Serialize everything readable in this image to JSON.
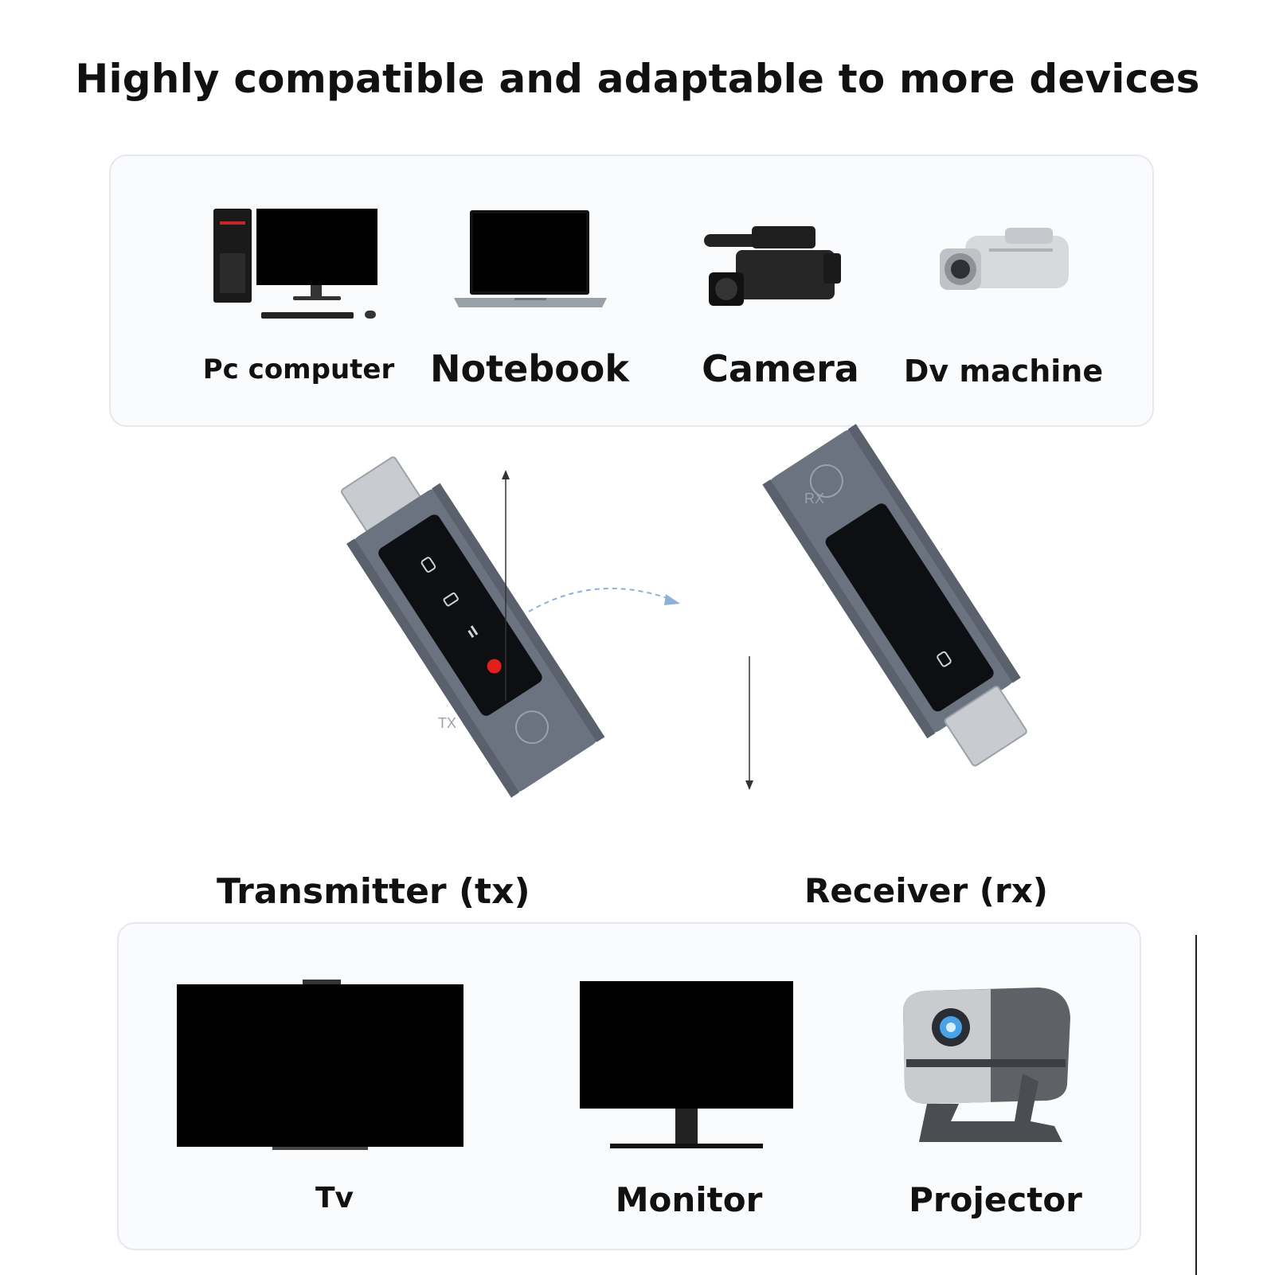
{
  "heading": "Highly compatible and adaptable to more devices",
  "source_devices": [
    {
      "label": "Pc computer",
      "icon": "pc-computer-icon"
    },
    {
      "label": "Notebook",
      "icon": "notebook-icon"
    },
    {
      "label": "Camera",
      "icon": "camera-icon"
    },
    {
      "label": "Dv machine",
      "icon": "dv-machine-icon"
    }
  ],
  "transmitter": {
    "label": "Transmitter (tx)",
    "badge": "TX"
  },
  "receiver": {
    "label": "Receiver (rx)",
    "badge": "RX"
  },
  "display_devices": [
    {
      "label": "Tv",
      "icon": "tv-icon"
    },
    {
      "label": "Monitor",
      "icon": "monitor-icon"
    },
    {
      "label": "Projector",
      "icon": "projector-icon"
    }
  ],
  "colors": {
    "device_body": "#6b7380",
    "screen": "#000000",
    "panel_border": "#e6e8ee",
    "accent_red": "#e0201b"
  }
}
